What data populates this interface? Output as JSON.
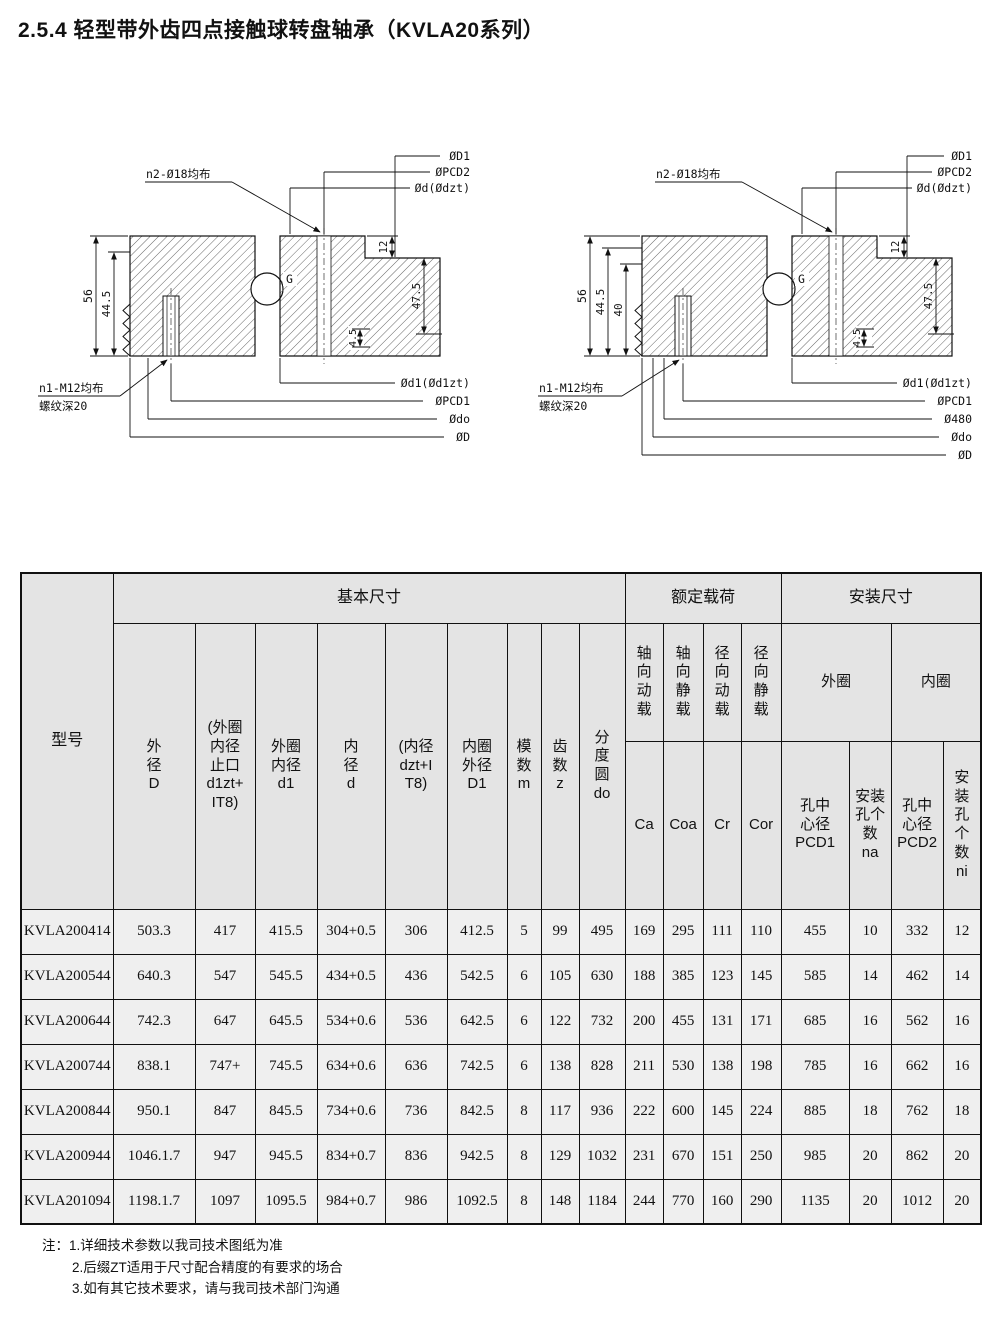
{
  "page": {
    "title": "2.5.4 轻型带外齿四点接触球转盘轴承（KVLA20系列）"
  },
  "drawing_left": {
    "callout_top": "n2-Ø18均布",
    "callout_bottom_line1": "n1-M12均布",
    "callout_bottom_line2": "螺纹深20",
    "label_d1_top": "ØD1",
    "label_pcd2": "ØPCD2",
    "label_d_dzt": "Ød(Ødzt)",
    "dim_12": "12",
    "dim_56": "56",
    "dim_44_5": "44.5",
    "label_g": "G",
    "dim_47_5": "47.5",
    "dim_4_5": "4.5",
    "label_d1_bottom": "Ød1(Ød1zt)",
    "label_pcd1": "ØPCD1",
    "label_do": "Ødo",
    "label_d": "ØD"
  },
  "drawing_right": {
    "callout_top": "n2-Ø18均布",
    "callout_bottom_line1": "n1-M12均布",
    "callout_bottom_line2": "螺纹深20",
    "label_d1_top": "ØD1",
    "label_pcd2": "ØPCD2",
    "label_d_dzt": "Ød(Ødzt)",
    "dim_12": "12",
    "dim_56": "56",
    "dim_44_5": "44.5",
    "dim_40": "40",
    "label_g": "G",
    "dim_47_5": "47.5",
    "dim_4_5": "4.5",
    "label_d1_bottom": "Ød1(Ød1zt)",
    "label_pcd1": "ØPCD1",
    "label_480": "Ø480",
    "label_do": "Ødo",
    "label_d": "ØD"
  },
  "table": {
    "groups": {
      "model": "型号",
      "basic": "基本尺寸",
      "load": "额定载荷",
      "mount": "安装尺寸",
      "outer_ring": "外圈",
      "inner_ring": "内圈"
    },
    "columns": {
      "outer_dia": "外\n径\nD",
      "outer_bore_stop": "(外圈\n内径\n止口\nd1zt+\nIT8)",
      "outer_bore": "外圈\n内径\nd1",
      "bore": "内\n径\nd",
      "bore_dzt": "(内径\ndzt+I\nT8)",
      "inner_od": "内圈\n外径\nD1",
      "module": "模\n数\nm",
      "teeth": "齿\n数\nz",
      "pitch_circle": "分\n度\n圆\ndo",
      "axial_dynamic": "轴\n向\n动\n载",
      "axial_static": "轴\n向\n静\n载",
      "radial_dynamic": "径\n向\n动\n载",
      "radial_static": "径\n向\n静\n载",
      "ca": "Ca",
      "coa": "Coa",
      "cr": "Cr",
      "cor": "Cor",
      "pcd1": "孔中\n心径\nPCD1",
      "na": "安装\n孔个\n数\nna",
      "pcd2": "孔中\n心径\nPCD2",
      "ni": "安\n装\n孔\n个\n数\nni"
    },
    "rows": [
      [
        "KVLA200414",
        "503.3",
        "417",
        "415.5",
        "304+0.5",
        "306",
        "412.5",
        "5",
        "99",
        "495",
        "169",
        "295",
        "111",
        "110",
        "455",
        "10",
        "332",
        "12"
      ],
      [
        "KVLA200544",
        "640.3",
        "547",
        "545.5",
        "434+0.5",
        "436",
        "542.5",
        "6",
        "105",
        "630",
        "188",
        "385",
        "123",
        "145",
        "585",
        "14",
        "462",
        "14"
      ],
      [
        "KVLA200644",
        "742.3",
        "647",
        "645.5",
        "534+0.6",
        "536",
        "642.5",
        "6",
        "122",
        "732",
        "200",
        "455",
        "131",
        "171",
        "685",
        "16",
        "562",
        "16"
      ],
      [
        "KVLA200744",
        "838.1",
        "747+",
        "745.5",
        "634+0.6",
        "636",
        "742.5",
        "6",
        "138",
        "828",
        "211",
        "530",
        "138",
        "198",
        "785",
        "16",
        "662",
        "16"
      ],
      [
        "KVLA200844",
        "950.1",
        "847",
        "845.5",
        "734+0.6",
        "736",
        "842.5",
        "8",
        "117",
        "936",
        "222",
        "600",
        "145",
        "224",
        "885",
        "18",
        "762",
        "18"
      ],
      [
        "KVLA200944",
        "1046.1.7",
        "947",
        "945.5",
        "834+0.7",
        "836",
        "942.5",
        "8",
        "129",
        "1032",
        "231",
        "670",
        "151",
        "250",
        "985",
        "20",
        "862",
        "20"
      ],
      [
        "KVLA201094",
        "1198.1.7",
        "1097",
        "1095.5",
        "984+0.7",
        "986",
        "1092.5",
        "8",
        "148",
        "1184",
        "244",
        "770",
        "160",
        "290",
        "1135",
        "20",
        "1012",
        "20"
      ]
    ]
  },
  "notes": {
    "prefix": "注：",
    "line1": "1.详细技术参数以我司技术图纸为准",
    "line2": "2.后缀ZT适用于尺寸配合精度的有要求的场合",
    "line3": "3.如有其它技术要求，请与我司技术部门沟通"
  }
}
